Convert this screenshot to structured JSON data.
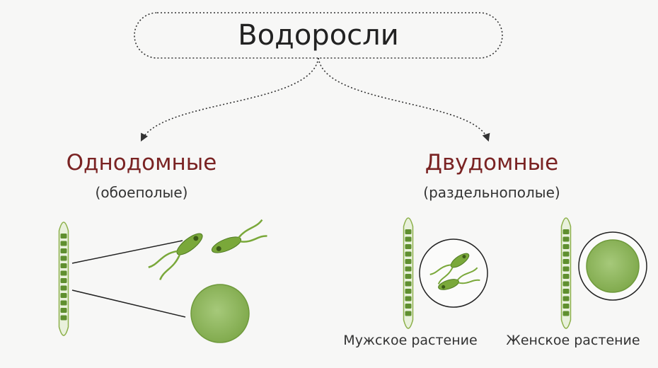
{
  "title": "Водоросли",
  "monoecious": {
    "heading": "Однодомные",
    "subheading": "(обоеполые)"
  },
  "dioecious": {
    "heading": "Двудомные",
    "subheading": "(раздельнополые)",
    "male_label": "Мужское растение",
    "female_label": "Женское растение"
  },
  "colors": {
    "heading": "#7a2323",
    "filament": "#8cb04a",
    "cell": "#5f8f2f",
    "sperm": "#7aa83a",
    "egg": "#8fba5a",
    "outline": "#333333"
  }
}
